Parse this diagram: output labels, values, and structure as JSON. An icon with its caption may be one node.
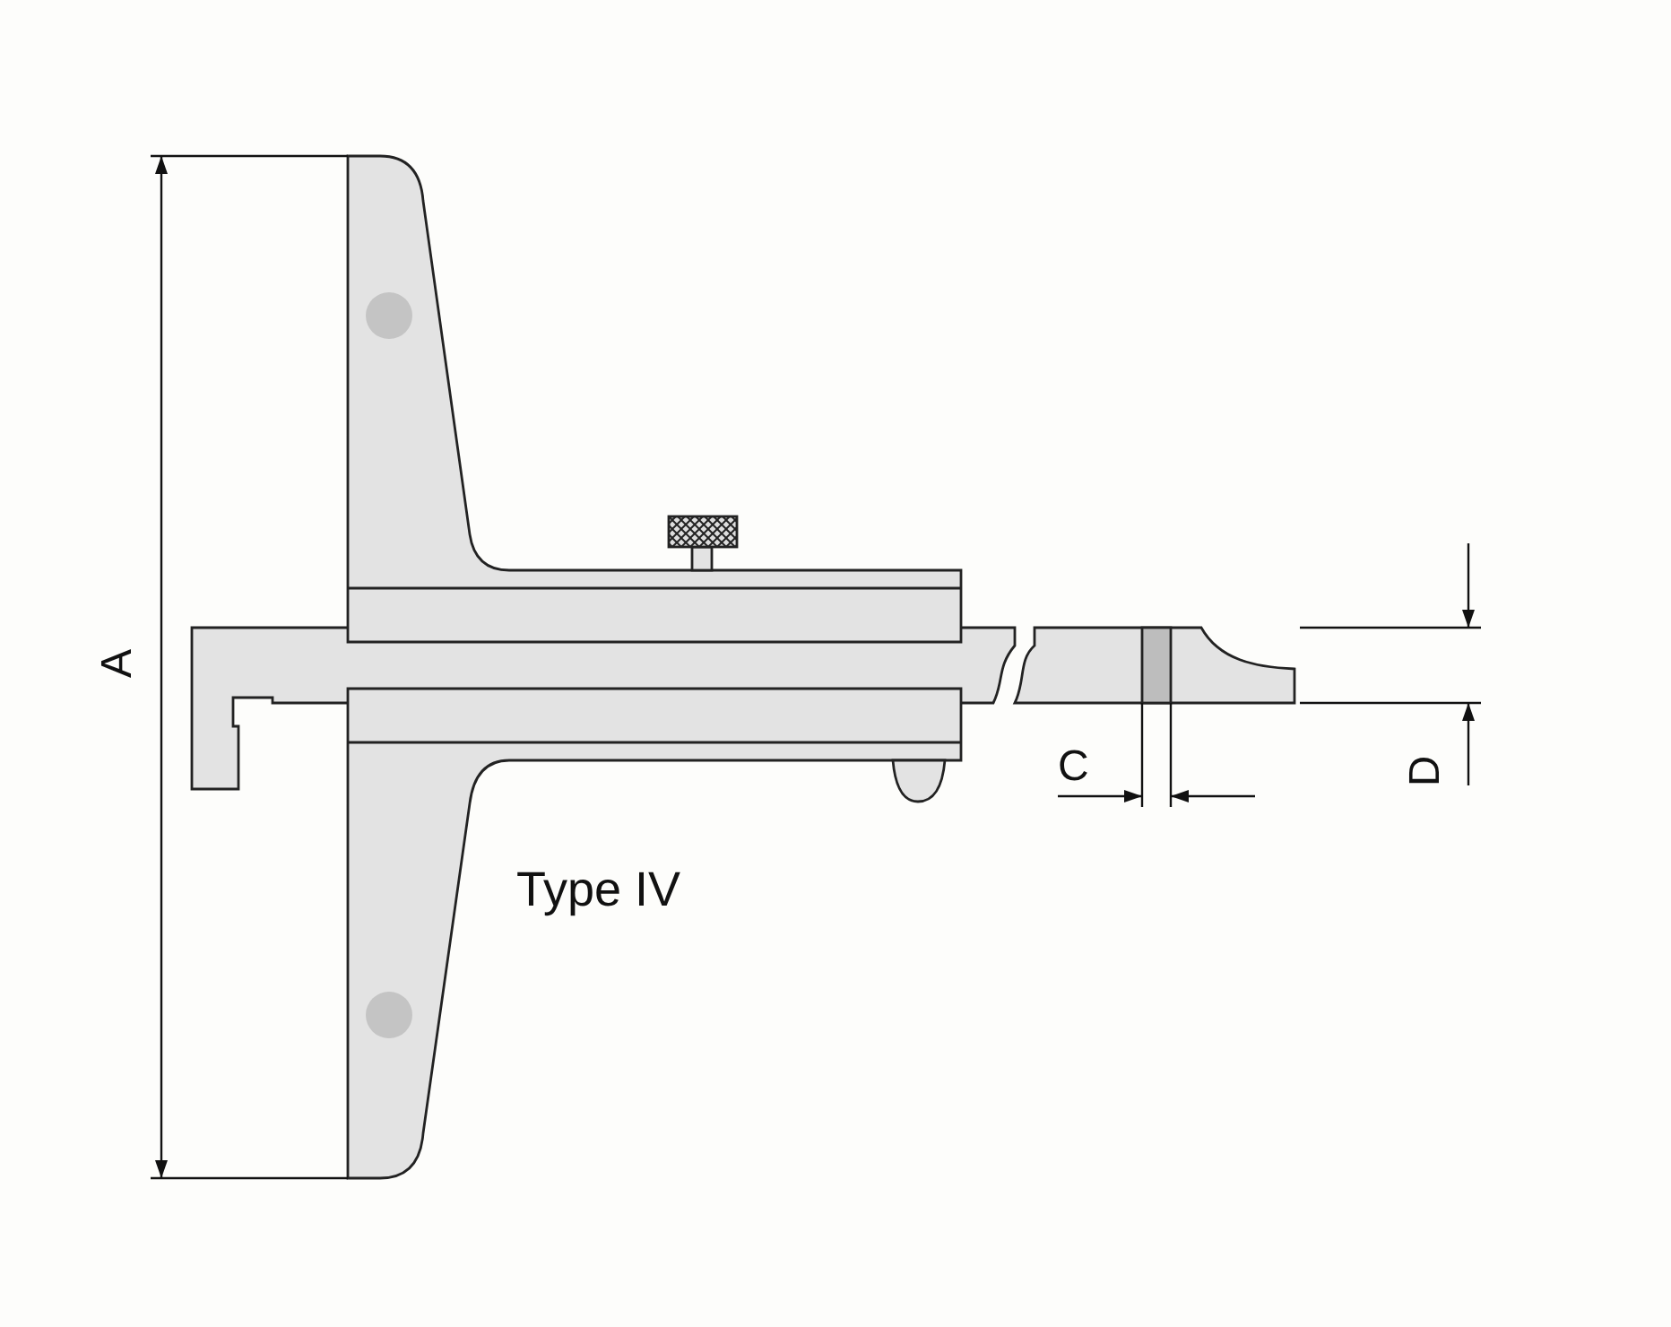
{
  "diagram": {
    "labels": [
      "A",
      "C",
      "D",
      "Type IV"
    ]
  }
}
